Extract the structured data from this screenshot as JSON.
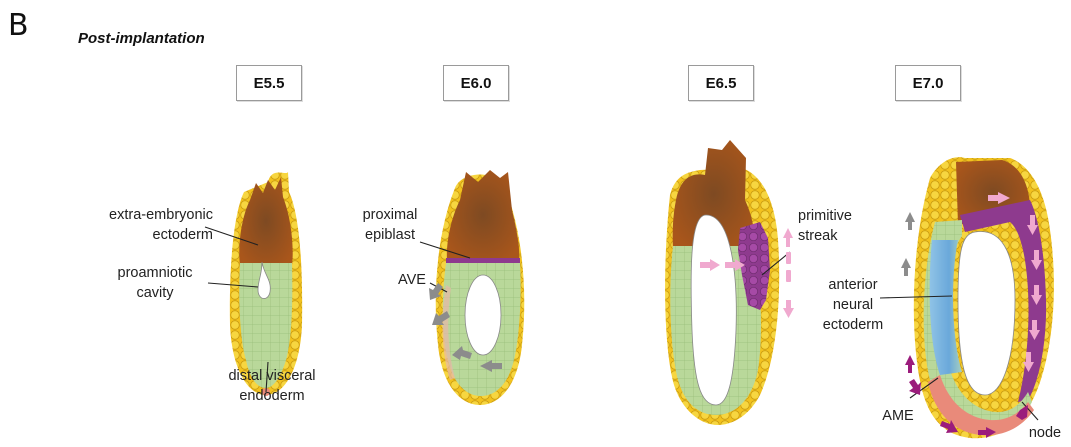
{
  "panel_letter": "B",
  "subtitle": "Post-implantation",
  "stages": [
    "E5.5",
    "E6.0",
    "E6.5",
    "E7.0"
  ],
  "labels": {
    "extraembryonic_1": "extra-embryonic",
    "extraembryonic_2": "ectoderm",
    "proamniotic_1": "proamniotic",
    "proamniotic_2": "cavity",
    "dve_1": "distal visceral",
    "dve_2": "endoderm",
    "proximal_1": "proximal",
    "proximal_2": "epiblast",
    "ave": "AVE",
    "primitive_1": "primitive",
    "primitive_2": "streak",
    "anterior_1": "anterior",
    "anterior_2": "neural",
    "anterior_3": "ectoderm",
    "ame": "AME",
    "node": "node"
  },
  "colors": {
    "extraembryonic_ectoderm": "#a0521c",
    "epiblast": "#b9d89a",
    "visceral_endoderm": "#f2c21e",
    "proximal_epiblast": "#8e3a8e",
    "anterior_neural_ectoderm": "#8fc3e6",
    "anterior_mesendoderm": "#e98a7a",
    "arrow_grey": "#8c8c8c",
    "arrow_pink": "#f0a9cf",
    "arrow_magenta": "#9b1c7c"
  }
}
